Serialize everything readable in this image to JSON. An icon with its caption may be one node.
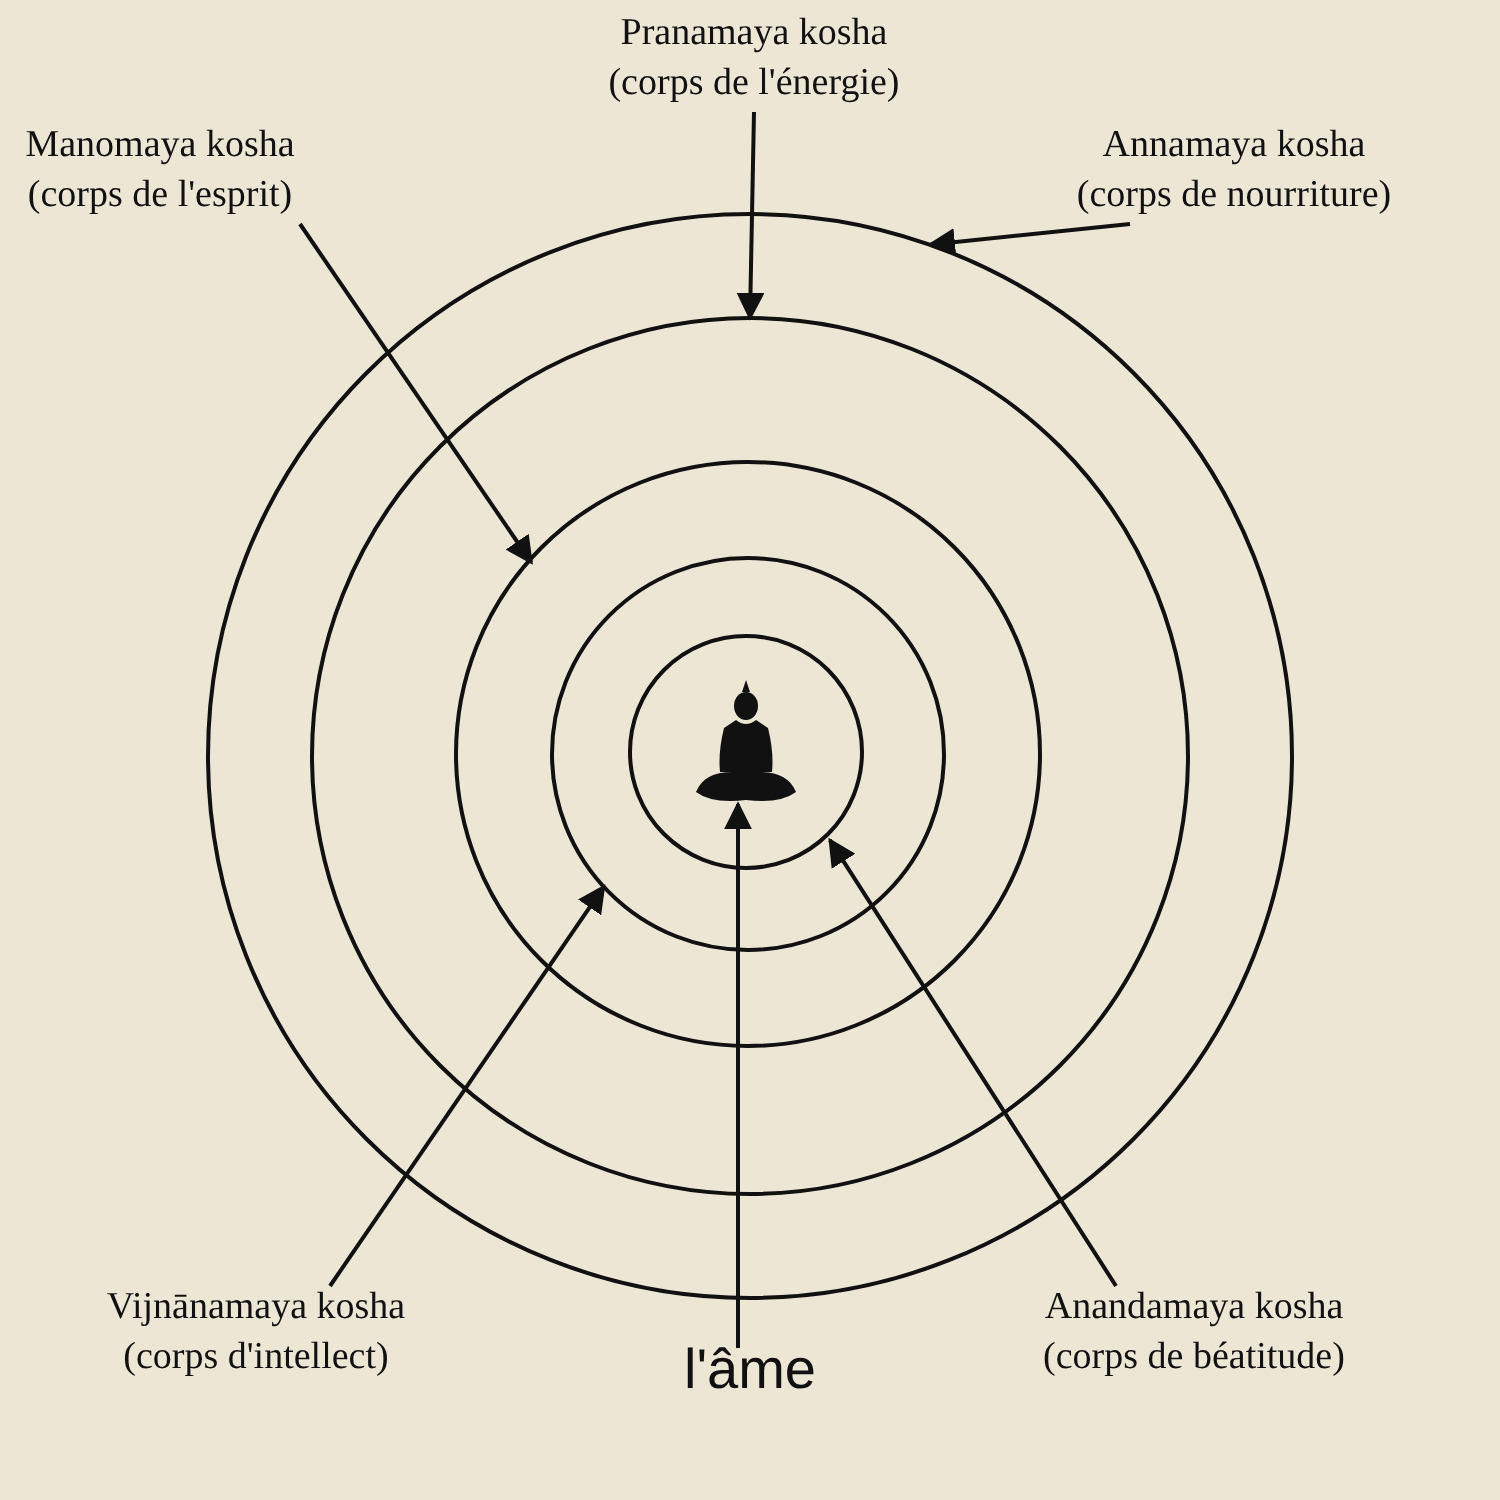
{
  "diagram": {
    "nodes": [
      {
        "text": [
          "Pranamaya kosha",
          "(corps de l'énergie)"
        ]
      },
      {
        "text": [
          "Manomaya kosha",
          "(corps de l'esprit)"
        ]
      },
      {
        "text": [
          "Annamaya kosha",
          "(corps de nourriture)"
        ]
      },
      {
        "text": [],
        "shape": "circle"
      },
      {
        "text": [],
        "shape": "circle",
        "in": 3
      },
      {
        "text": [],
        "shape": "circle",
        "in": 4
      },
      {
        "text": [],
        "shape": "circle",
        "in": 5
      },
      {
        "text": [],
        "shape": "circle",
        "in": 6
      },
      {
        "text": [],
        "shape": "picture",
        "in": 7
      },
      {
        "text": [
          "Vijnānamaya kosha",
          "(corps d'intellect)"
        ]
      },
      {
        "text": [
          "l'âme"
        ]
      },
      {
        "text": [
          "Anandamaya kosha",
          "(corps de béatitude)"
        ]
      }
    ],
    "edges": [
      {
        "from": 0,
        "to": 4,
        "arrow": "to"
      },
      {
        "from": 1,
        "to": 5,
        "arrow": "to"
      },
      {
        "from": 2,
        "to": 3,
        "arrow": "to"
      },
      {
        "from": 9,
        "to": 6,
        "arrow": "to"
      },
      {
        "from": 10,
        "to": 8,
        "arrow": "to"
      },
      {
        "from": 11,
        "to": 7,
        "arrow": "to"
      }
    ]
  }
}
